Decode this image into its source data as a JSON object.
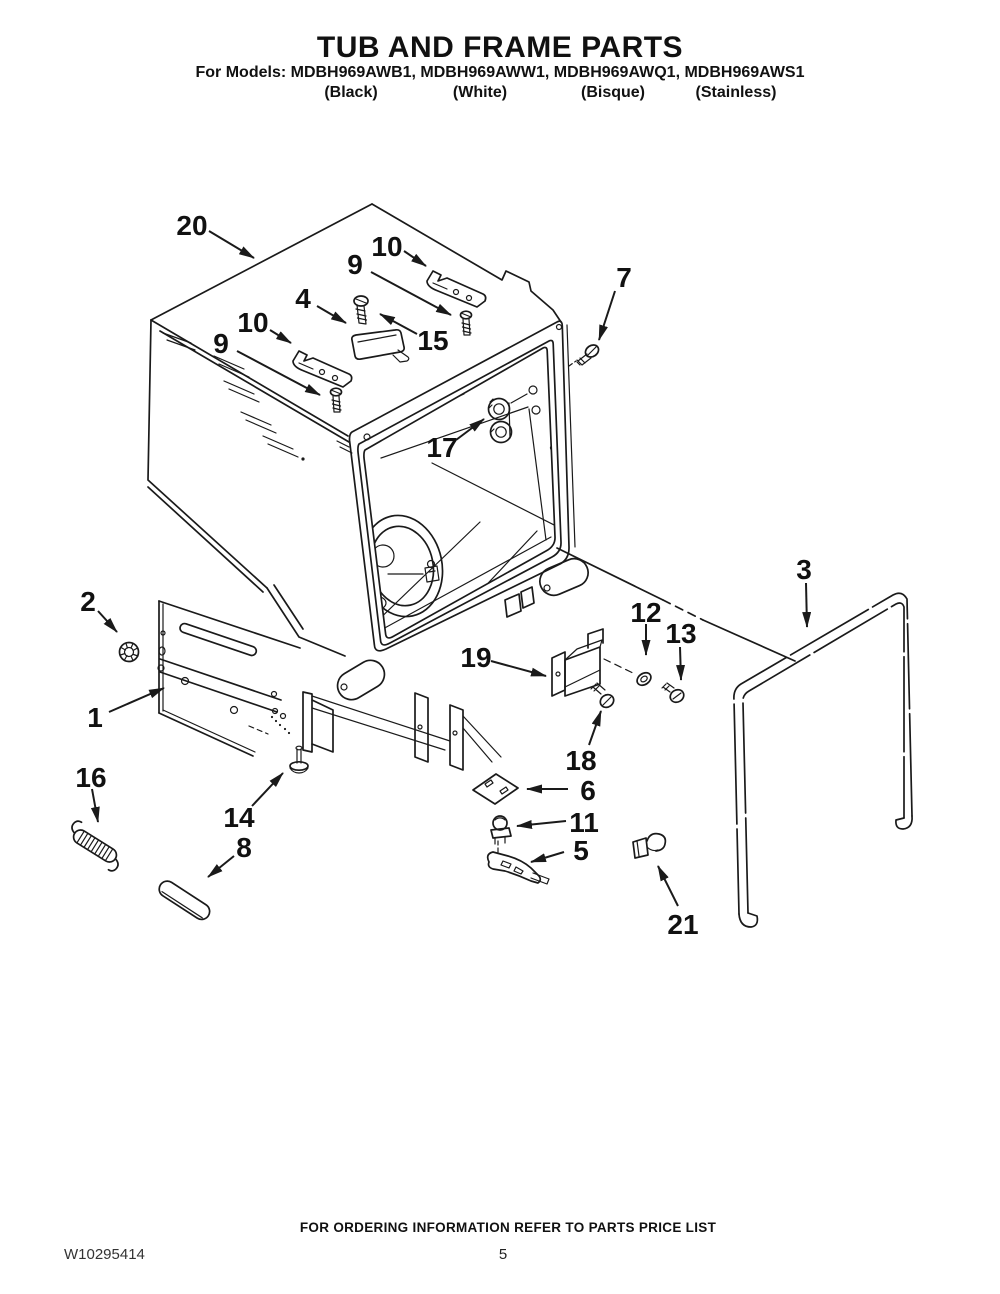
{
  "page": {
    "title": "TUB AND FRAME PARTS",
    "models_line": "For Models: MDBH969AWB1, MDBH969AWW1, MDBH969AWQ1, MDBH969AWS1",
    "finishes": [
      "(Black)",
      "(White)",
      "(Bisque)",
      "(Stainless)"
    ],
    "footer_note": "FOR ORDERING INFORMATION REFER TO PARTS PRICE LIST",
    "doc_number": "W10295414",
    "page_number": "5"
  },
  "diagram": {
    "ink_color": "#1a1a1a",
    "background": "#ffffff",
    "callouts": [
      {
        "n": "20"
      },
      {
        "n": "10"
      },
      {
        "n": "9"
      },
      {
        "n": "4"
      },
      {
        "n": "15"
      },
      {
        "n": "10"
      },
      {
        "n": "9"
      },
      {
        "n": "7"
      },
      {
        "n": "17"
      },
      {
        "n": "2"
      },
      {
        "n": "1"
      },
      {
        "n": "16"
      },
      {
        "n": "14"
      },
      {
        "n": "8"
      },
      {
        "n": "19"
      },
      {
        "n": "12"
      },
      {
        "n": "13"
      },
      {
        "n": "18"
      },
      {
        "n": "6"
      },
      {
        "n": "11"
      },
      {
        "n": "5"
      },
      {
        "n": "21"
      },
      {
        "n": "3"
      }
    ]
  }
}
